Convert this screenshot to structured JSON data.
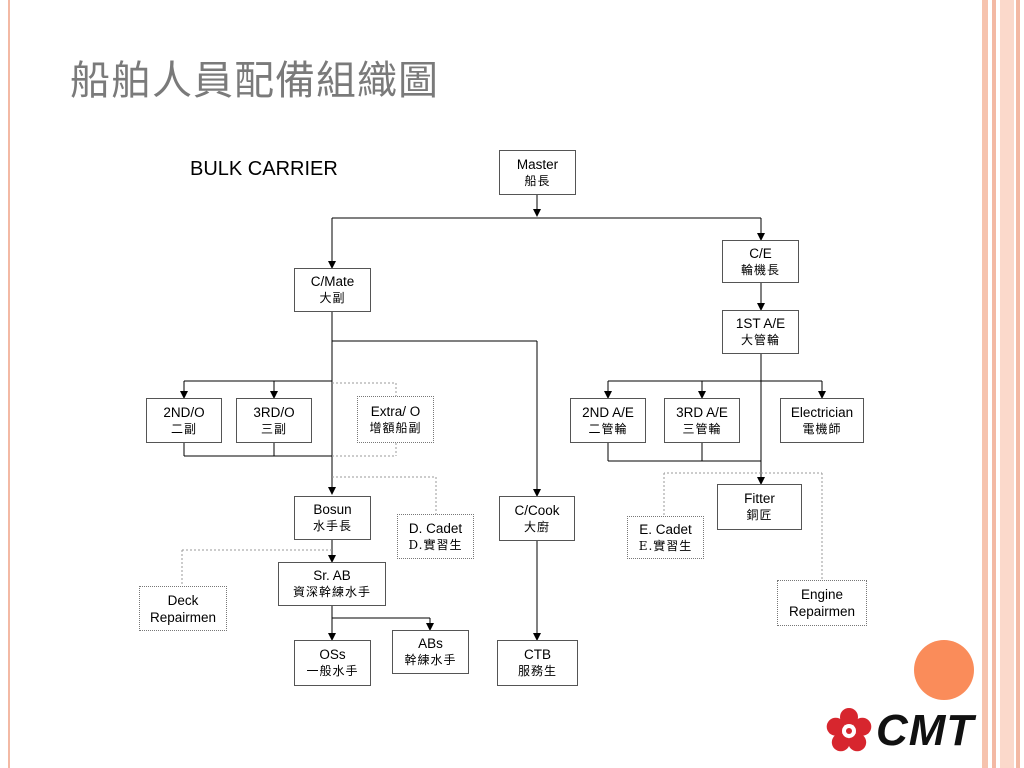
{
  "slide": {
    "title": "船舶人員配備組織圖",
    "subtitle": "BULK CARRIER",
    "accent_color": "#fa8c5a",
    "frame_color": "#f3b9a4"
  },
  "nodes": {
    "master": {
      "en": "Master",
      "zh": "船長"
    },
    "cmate": {
      "en": "C/Mate",
      "zh": "大副"
    },
    "ce": {
      "en": "C/E",
      "zh": "輪機長"
    },
    "ae1": {
      "en": "1ST A/E",
      "zh": "大管輪"
    },
    "o2": {
      "en": "2ND/O",
      "zh": "二副"
    },
    "o3": {
      "en": "3RD/O",
      "zh": "三副"
    },
    "extra": {
      "en": "Extra/ O",
      "zh": "增額船副"
    },
    "ae2": {
      "en": "2ND A/E",
      "zh": "二管輪"
    },
    "ae3": {
      "en": "3RD A/E",
      "zh": "三管輪"
    },
    "elec": {
      "en": "Electrician",
      "zh": "電機師"
    },
    "bosun": {
      "en": "Bosun",
      "zh": "水手長"
    },
    "dcadet": {
      "en": "D. Cadet",
      "zh": "D.實習生"
    },
    "ccook": {
      "en": "C/Cook",
      "zh": "大廚"
    },
    "ecadet": {
      "en": "E. Cadet",
      "zh": "E.實習生"
    },
    "fitter": {
      "en": "Fitter",
      "zh": "銅匠"
    },
    "srab": {
      "en": "Sr. AB",
      "zh": "資深幹練水手"
    },
    "deckrep": {
      "en": "Deck",
      "en2": "Repairmen"
    },
    "enginerep": {
      "en": "Engine",
      "en2": "Repairmen"
    },
    "oss": {
      "en": "OSs",
      "zh": "一般水手"
    },
    "abs": {
      "en": "ABs",
      "zh": "幹練水手"
    },
    "ctb": {
      "en": "CTB",
      "zh": "服務生"
    }
  },
  "logo": {
    "text": "CMT",
    "icon": "plum-blossom-icon",
    "color": "#d7262e"
  }
}
